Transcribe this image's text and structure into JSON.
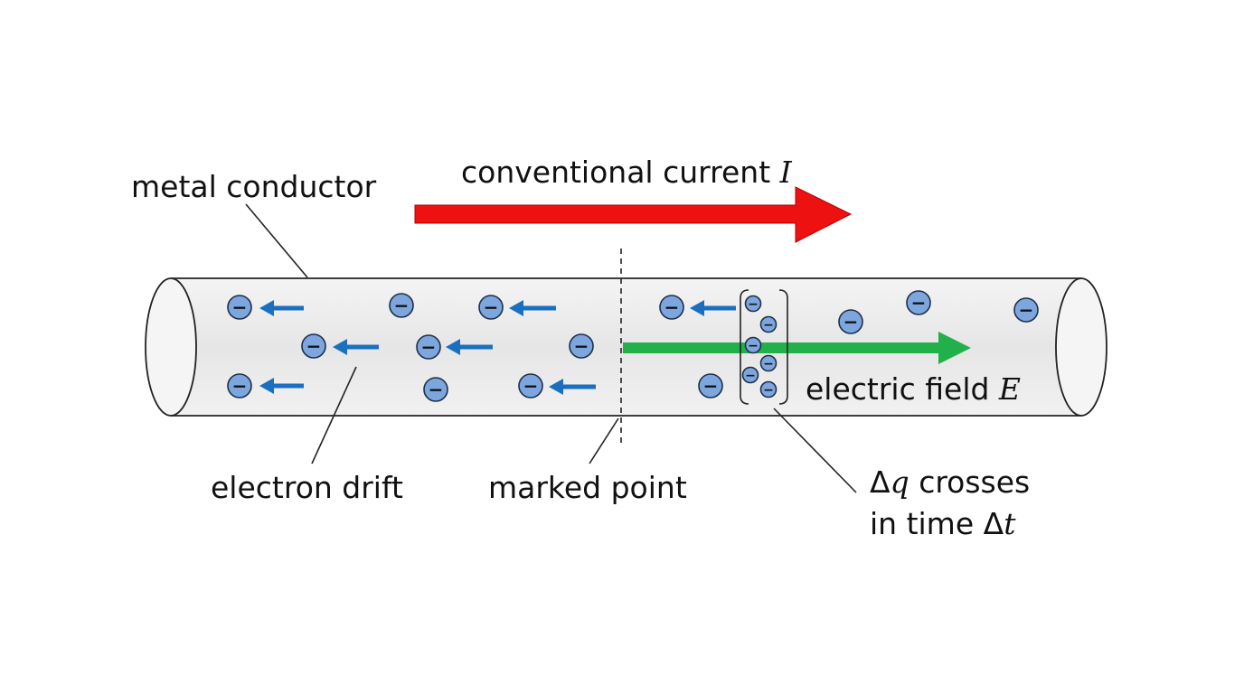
{
  "labels": {
    "metal_conductor": "metal conductor",
    "conventional_current_text": "conventional current ",
    "conventional_current_symbol": "I",
    "electric_field_text": "electric field ",
    "electric_field_symbol": "E",
    "electron_drift": "electron drift",
    "marked_point": "marked point",
    "delta_q_prefix": "Δ",
    "delta_q_symbol": "q",
    "delta_q_rest": " crosses",
    "time_prefix": "in time Δ",
    "time_symbol": "t"
  },
  "electron_sign": "−",
  "colors": {
    "current_arrow": "#ee1111",
    "field_arrow": "#22b04b",
    "drift_arrow": "#1a6fc0",
    "electron_fill": "#7da6de",
    "conductor_fill": "#e9e9e9"
  }
}
